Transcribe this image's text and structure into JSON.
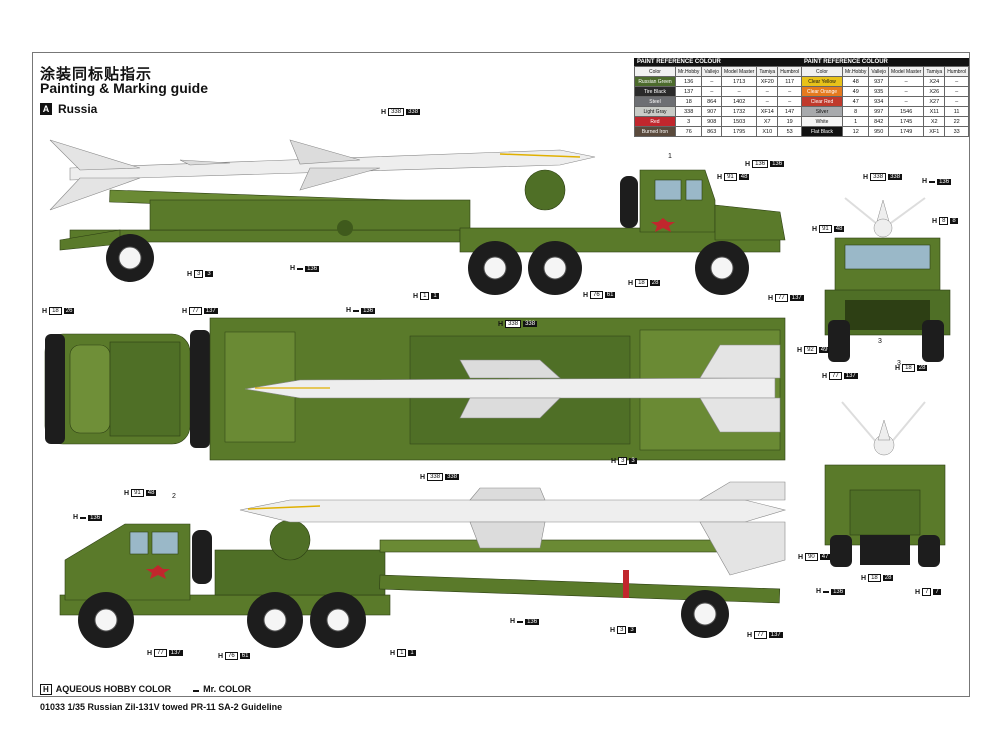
{
  "header": {
    "title_cn": "涂装同标贴指示",
    "title_en": "Painting & Marking guide",
    "scheme_letter": "A",
    "scheme_name": "Russia"
  },
  "paint_tables": [
    {
      "caption": "PAINT REFERENCE COLOUR",
      "columns": [
        "Color",
        "Mr.Hobby",
        "Vallejo",
        "Model Master",
        "Tamiya",
        "Humbrol"
      ],
      "rows": [
        {
          "color": "Russian Green",
          "swatch": "#4c6b2c",
          "hobby": "136",
          "vallejo": "–",
          "master": "1713",
          "tamiya": "XF20",
          "humbrol": "117"
        },
        {
          "color": "Tire Black",
          "swatch": "#2a2a2a",
          "hobby": "137",
          "vallejo": "–",
          "master": "–",
          "tamiya": "–",
          "humbrol": "–"
        },
        {
          "color": "Steel",
          "swatch": "#6d6f73",
          "hobby": "18",
          "vallejo": "864",
          "master": "1402",
          "tamiya": "–",
          "humbrol": "–"
        },
        {
          "color": "Light Gray",
          "swatch": "#c9ccc7",
          "hobby": "338",
          "vallejo": "907",
          "master": "1732",
          "tamiya": "XF14",
          "humbrol": "147"
        },
        {
          "color": "Red",
          "swatch": "#c1272d",
          "hobby": "3",
          "vallejo": "908",
          "master": "1503",
          "tamiya": "X7",
          "humbrol": "19"
        },
        {
          "color": "Burned Iron",
          "swatch": "#5a4a3c",
          "hobby": "76",
          "vallejo": "863",
          "master": "1795",
          "tamiya": "X10",
          "humbrol": "53"
        }
      ]
    },
    {
      "caption": "PAINT REFERENCE COLOUR",
      "columns": [
        "Color",
        "Mr.Hobby",
        "Vallejo",
        "Model Master",
        "Tamiya",
        "Humbrol"
      ],
      "rows": [
        {
          "color": "Clear Yellow",
          "swatch": "#e8c21a",
          "hobby": "48",
          "vallejo": "937",
          "master": "–",
          "tamiya": "X24",
          "humbrol": "–"
        },
        {
          "color": "Clear Orange",
          "swatch": "#e57a1e",
          "hobby": "49",
          "vallejo": "935",
          "master": "–",
          "tamiya": "X26",
          "humbrol": "–"
        },
        {
          "color": "Clear Red",
          "swatch": "#c0392b",
          "hobby": "47",
          "vallejo": "934",
          "master": "–",
          "tamiya": "X27",
          "humbrol": "–"
        },
        {
          "color": "Silver",
          "swatch": "#a7a9ac",
          "hobby": "8",
          "vallejo": "997",
          "master": "1546",
          "tamiya": "X11",
          "humbrol": "11"
        },
        {
          "color": "White",
          "swatch": "#f5f5f5",
          "hobby": "1",
          "vallejo": "842",
          "master": "1745",
          "tamiya": "X2",
          "humbrol": "22"
        },
        {
          "color": "Flat Black",
          "swatch": "#111111",
          "hobby": "12",
          "vallejo": "950",
          "master": "1749",
          "tamiya": "XF1",
          "humbrol": "33"
        }
      ]
    }
  ],
  "callouts": {
    "c_338_a": {
      "h": "H",
      "n1": "338",
      "n2": "338"
    },
    "c_136_a": {
      "h": "H",
      "n1": "136",
      "n2": "136"
    },
    "c_48_a": {
      "h": "H",
      "n1": "91",
      "n2": "48"
    },
    "c_3_a": {
      "h": "H",
      "n1": "3",
      "n2": "3"
    },
    "c_136_b": {
      "h": "H",
      "n1": "",
      "n2": "136"
    },
    "c_1_a": {
      "h": "H",
      "n1": "1",
      "n2": "1"
    },
    "c_61_a": {
      "h": "H",
      "n1": "76",
      "n2": "61"
    },
    "c_28_a": {
      "h": "H",
      "n1": "18",
      "n2": "28"
    },
    "c_137_a": {
      "h": "H",
      "n1": "77",
      "n2": "137"
    },
    "c_26_top": {
      "h": "H",
      "n1": "18",
      "n2": "26"
    },
    "c_137_top": {
      "h": "H",
      "n1": "77",
      "n2": "137"
    },
    "c_136_top": {
      "h": "H",
      "n1": "",
      "n2": "136"
    },
    "c_338_top": {
      "h": "H",
      "n1": "338",
      "n2": "338"
    },
    "c_3_top": {
      "h": "H",
      "n1": "3",
      "n2": "3"
    },
    "c_338_r": {
      "h": "H",
      "n1": "338",
      "n2": "338"
    },
    "c_136_r": {
      "h": "H",
      "n1": "",
      "n2": "136"
    },
    "c_48_r": {
      "h": "H",
      "n1": "91",
      "n2": "48"
    },
    "c_8_r": {
      "h": "H",
      "n1": "8",
      "n2": "8"
    },
    "c_49_r": {
      "h": "H",
      "n1": "92",
      "n2": "49"
    },
    "c_137_r": {
      "h": "H",
      "n1": "77",
      "n2": "137"
    },
    "c_28_r": {
      "h": "H",
      "n1": "18",
      "n2": "28"
    },
    "c_48_b": {
      "h": "H",
      "n1": "91",
      "n2": "48"
    },
    "c_136_b2": {
      "h": "H",
      "n1": "",
      "n2": "136"
    },
    "c_338_b": {
      "h": "H",
      "n1": "338",
      "n2": "338"
    },
    "c_137_b": {
      "h": "H",
      "n1": "77",
      "n2": "137"
    },
    "c_61_b": {
      "h": "H",
      "n1": "76",
      "n2": "61"
    },
    "c_1_b": {
      "h": "H",
      "n1": "1",
      "n2": "1"
    },
    "c_136_b3": {
      "h": "H",
      "n1": "",
      "n2": "136"
    },
    "c_3_b": {
      "h": "H",
      "n1": "3",
      "n2": "3"
    },
    "c_137_b2": {
      "h": "H",
      "n1": "77",
      "n2": "137"
    },
    "c_47_rr": {
      "h": "H",
      "n1": "90",
      "n2": "47"
    },
    "c_28_rr": {
      "h": "H",
      "n1": "18",
      "n2": "28"
    },
    "c_136_rr": {
      "h": "H",
      "n1": "",
      "n2": "136"
    },
    "c_7_rr": {
      "h": "H",
      "n1": "7",
      "n2": "7"
    }
  },
  "decal_numbers": {
    "d1": "1",
    "d2": "2",
    "d3": "3",
    "d3b": "3"
  },
  "footer": {
    "legend_aqueous_box": "H",
    "legend_aqueous": "AQUEOUS HOBBY COLOR",
    "legend_mr_box": "",
    "legend_mr": "Mr. COLOR",
    "kit_title": "01033  1/35  Russian Zil-131V towed PR-11 SA-2 Guideline"
  },
  "colors": {
    "olive": "#5a7a2a",
    "olive_dark": "#3f5a1c",
    "olive_light": "#7a9a3e",
    "missile": "#eeeeee",
    "tire": "#1d1d1d",
    "glass": "#9ab8c8"
  }
}
